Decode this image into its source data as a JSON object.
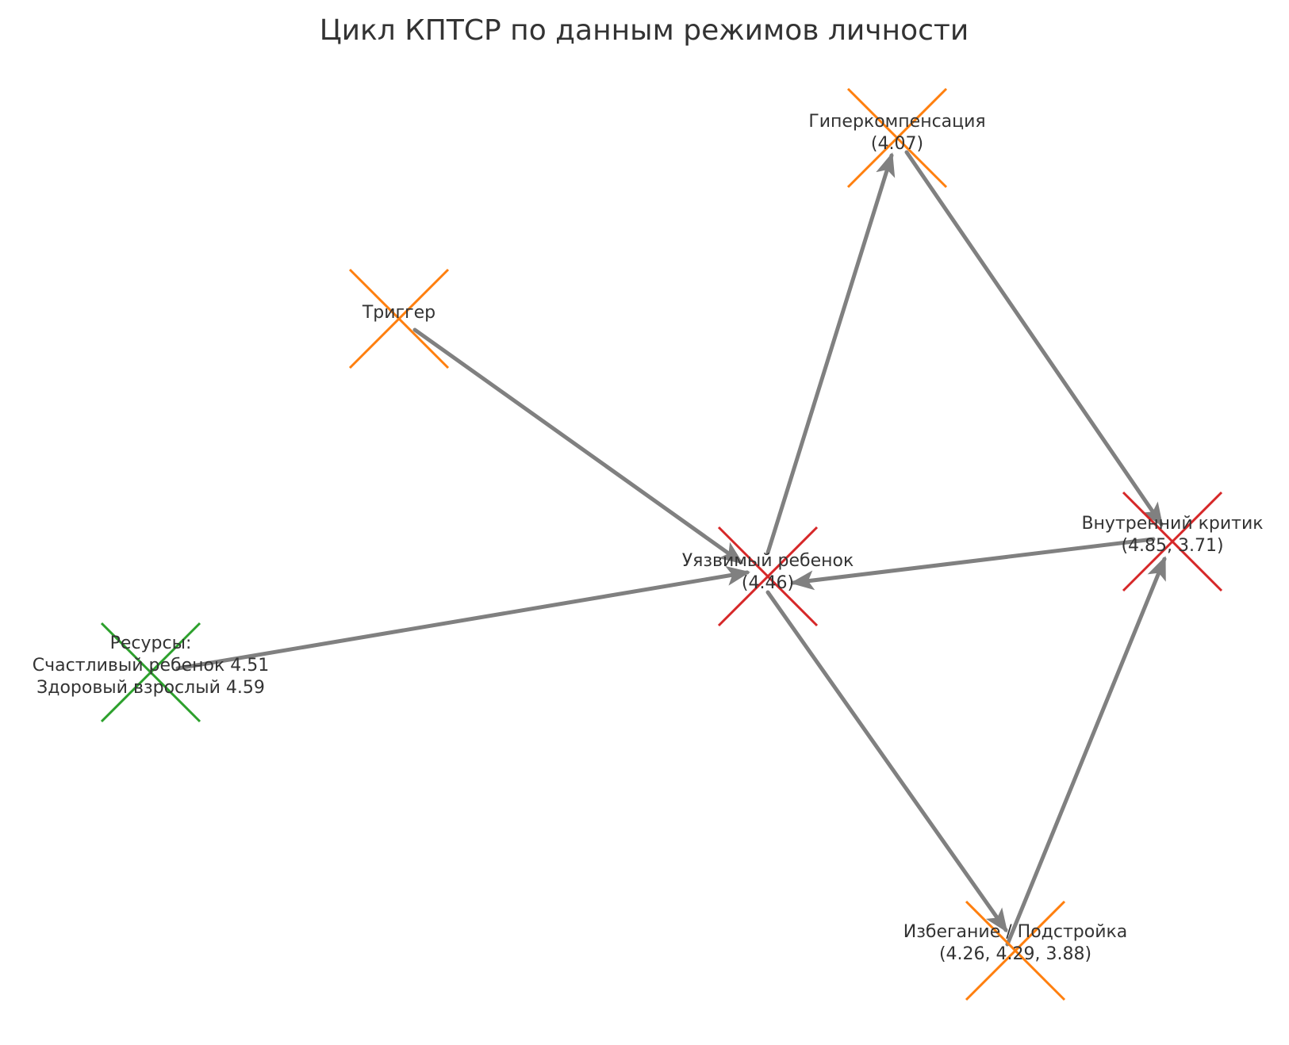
{
  "diagram": {
    "title": "Цикл КПТСР по данным режимов личности",
    "colors": {
      "edge": "#808080",
      "core": "#d62728",
      "coping": "#ff7f0e",
      "resource": "#2ca02c",
      "text": "#333333"
    },
    "nodes": [
      {
        "id": "trigger",
        "kind": "coping",
        "lines": [
          "Триггер"
        ]
      },
      {
        "id": "hyper",
        "kind": "coping",
        "lines": [
          "Гиперкомпенсация",
          "(4.07)"
        ]
      },
      {
        "id": "child",
        "kind": "core",
        "lines": [
          "Уязвимый ребенок",
          "(4.46)"
        ]
      },
      {
        "id": "critic",
        "kind": "core",
        "lines": [
          "Внутренний критик",
          "(4.85, 3.71)"
        ]
      },
      {
        "id": "resources",
        "kind": "resource",
        "lines": [
          "Ресурсы:",
          "Счастливый ребенок 4.51",
          "Здоровый взрослый 4.59"
        ]
      },
      {
        "id": "avoid",
        "kind": "coping",
        "lines": [
          "Избегание / Подстройка",
          "(4.26, 4.29, 3.88)"
        ]
      }
    ],
    "edges": [
      {
        "from": "trigger",
        "to": "child"
      },
      {
        "from": "child",
        "to": "hyper"
      },
      {
        "from": "hyper",
        "to": "critic"
      },
      {
        "from": "critic",
        "to": "child"
      },
      {
        "from": "child",
        "to": "avoid"
      },
      {
        "from": "avoid",
        "to": "critic"
      },
      {
        "from": "resources",
        "to": "child"
      }
    ]
  }
}
